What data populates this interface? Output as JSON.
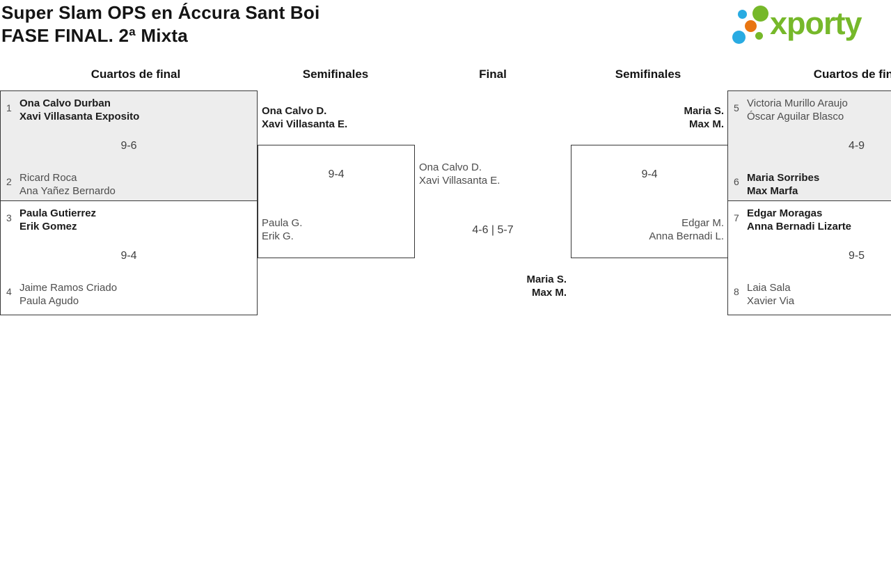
{
  "title": {
    "line1": "Super Slam OPS en Áccura Sant Boi",
    "line2": "FASE FINAL. 2ª Mixta"
  },
  "logo": {
    "brand": "xporty"
  },
  "colors": {
    "brand_green": "#76b82a",
    "brand_blue": "#29abe2",
    "brand_orange": "#e87511",
    "box_grey": "#ededed",
    "border": "#383838",
    "winner_text": "#1b1b1b",
    "loser_text": "#4d4d4d"
  },
  "headers": [
    {
      "label": "Cuartos de final"
    },
    {
      "label": "Semifinales"
    },
    {
      "label": "Final"
    },
    {
      "label": "Semifinales"
    },
    {
      "label": "Cuartos de final"
    }
  ],
  "matches": {
    "qf_left_1": {
      "seed_top": "1",
      "top_line1": "Ona Calvo Durban",
      "top_line2": "Xavi Villasanta Exposito",
      "score": "9-6",
      "seed_bottom": "2",
      "bottom_line1": "Ricard Roca",
      "bottom_line2": "Ana Yañez Bernardo"
    },
    "qf_left_2": {
      "seed_top": "3",
      "top_line1": "Paula Gutierrez",
      "top_line2": "Erik Gomez",
      "score": "9-4",
      "seed_bottom": "4",
      "bottom_line1": "Jaime Ramos Criado",
      "bottom_line2": "Paula Agudo"
    },
    "sf_left": {
      "top_line1": "Ona Calvo D.",
      "top_line2": "Xavi Villasanta E.",
      "score": "9-4",
      "bottom_line1": "Paula G.",
      "bottom_line2": "Erik G."
    },
    "final": {
      "top_line1": "Ona Calvo D.",
      "top_line2": "Xavi Villasanta E.",
      "score": "4-6 | 5-7",
      "bottom_line1": "Maria S.",
      "bottom_line2": "Max M."
    },
    "sf_right": {
      "top_line1": "Maria S.",
      "top_line2": "Max M.",
      "score": "9-4",
      "bottom_line1": "Edgar M.",
      "bottom_line2": "Anna Bernadi L."
    },
    "qf_right_1": {
      "seed_top": "5",
      "top_line1": "Victoria Murillo Araujo",
      "top_line2": "Óscar Aguilar Blasco",
      "score": "4-9",
      "seed_bottom": "6",
      "bottom_line1": "Maria Sorribes",
      "bottom_line2": "Max Marfa"
    },
    "qf_right_2": {
      "seed_top": "7",
      "top_line1": "Edgar Moragas",
      "top_line2": "Anna Bernadi Lizarte",
      "score": "9-5",
      "seed_bottom": "8",
      "bottom_line1": "Laia Sala",
      "bottom_line2": "Xavier Via"
    }
  }
}
